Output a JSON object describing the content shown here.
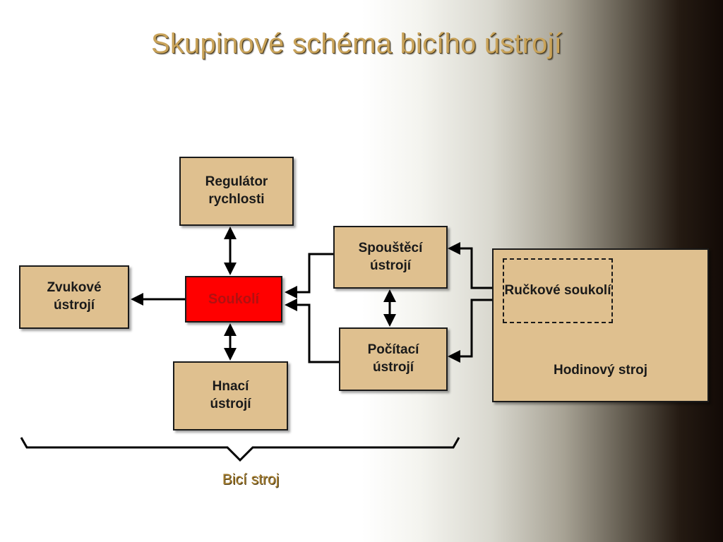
{
  "title": "Skupinové schéma bicího ústrojí",
  "blocks": {
    "regulator": {
      "line1": "Regulátor",
      "line2": "rychlosti"
    },
    "zvukove": {
      "line1": "Zvukové",
      "line2": "ústrojí"
    },
    "soukoli": {
      "label": "Soukolí"
    },
    "hnaci": {
      "line1": "Hnací",
      "line2": "ústrojí"
    },
    "spousteci": {
      "line1": "Spouštěcí",
      "line2": "ústrojí"
    },
    "pocitaci": {
      "line1": "Počítací",
      "line2": "ústrojí"
    },
    "hodinovy": {
      "label": "Hodinový stroj"
    },
    "ruckove": {
      "line1": "Ručkové",
      "line2": "soukolí"
    }
  },
  "bracket_label": "Bicí stroj",
  "colors": {
    "title": "#c9a35a",
    "box_fill": "#dfc08f",
    "soukoli_fill": "#ff0000",
    "soukoli_text": "#b31010",
    "bracket_label": "#a77f2e",
    "line": "#000000"
  }
}
